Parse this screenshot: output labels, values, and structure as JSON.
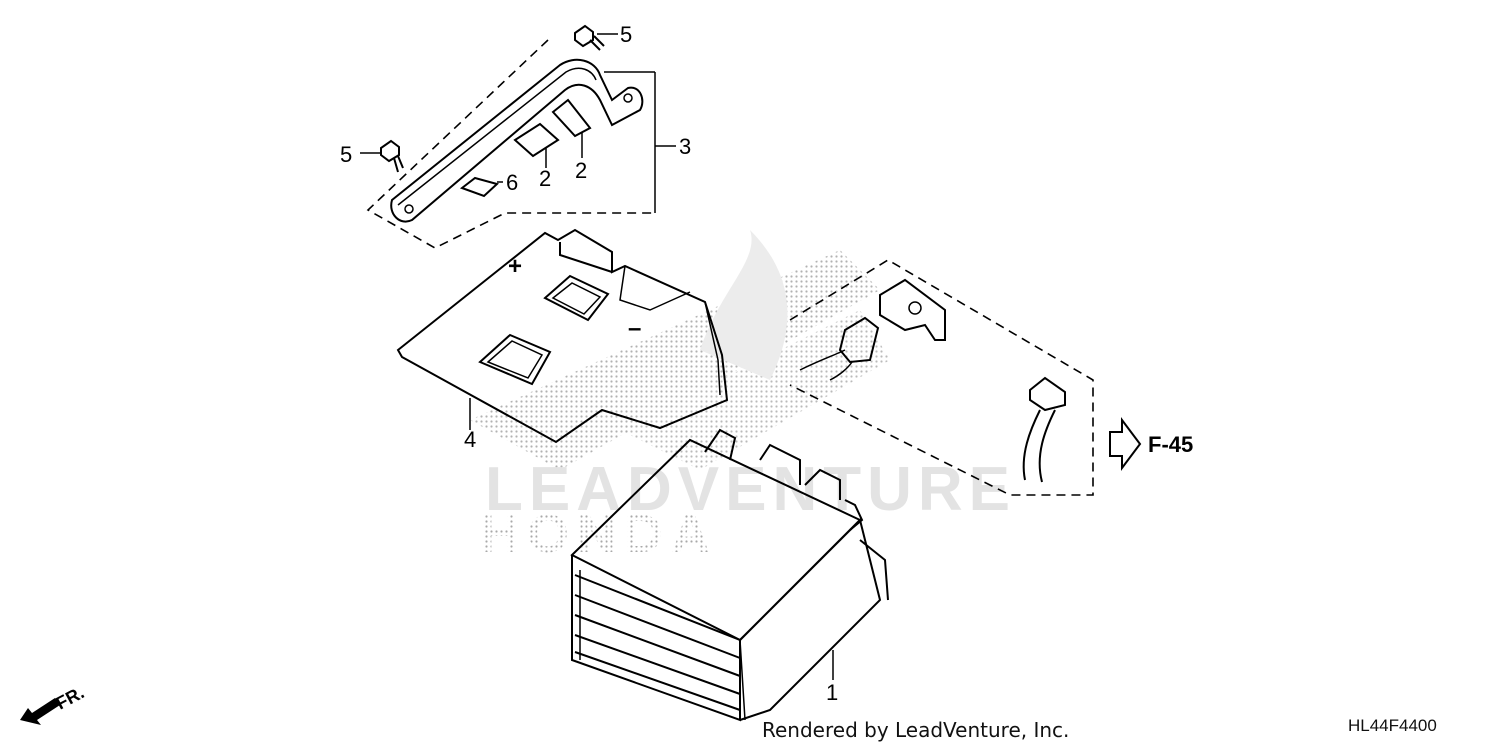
{
  "diagram": {
    "callouts": {
      "battery": "1",
      "pad_left": "2",
      "pad_right": "2",
      "stay": "3",
      "cover": "4",
      "bolt_top": "5",
      "bolt_left": "5",
      "pad_small": "6"
    },
    "terminal_plus": "+",
    "terminal_minus": "–",
    "section_reference": "F-45",
    "front_indicator": "FR.",
    "watermark": "LEADVENTURE",
    "watermark_brand": "HONDA"
  },
  "footer": {
    "credit": "Rendered by LeadVenture, Inc.",
    "diagram_code": "HL44F4400"
  }
}
